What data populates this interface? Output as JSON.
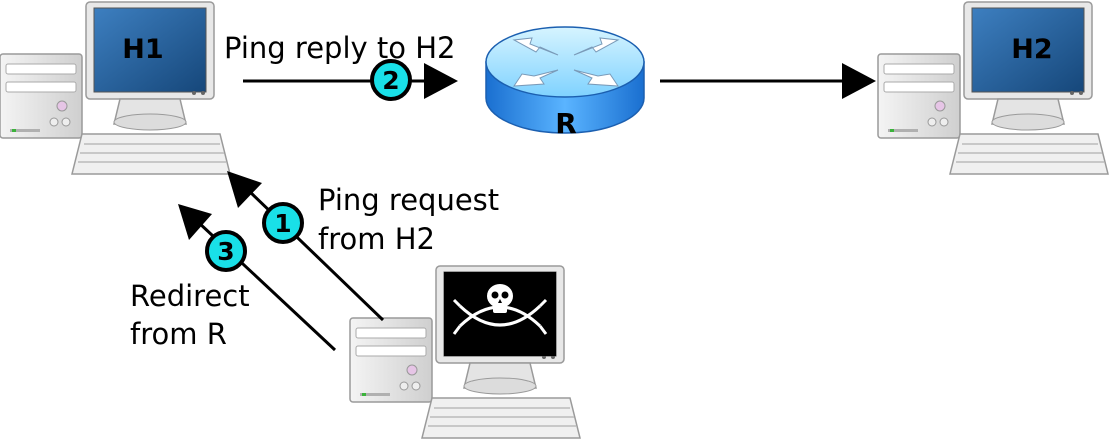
{
  "hosts": {
    "h1": {
      "label": "H1"
    },
    "h2": {
      "label": "H2"
    }
  },
  "router": {
    "label": "R"
  },
  "attacker": {
    "icon": "pirate-skull-icon"
  },
  "steps": [
    {
      "num": "1",
      "label_lines": [
        "Ping request",
        "from H2"
      ]
    },
    {
      "num": "2",
      "label_lines": [
        "Ping reply to H2"
      ]
    },
    {
      "num": "3",
      "label_lines": [
        "Redirect",
        "from R"
      ]
    }
  ],
  "colors": {
    "step_badge": "#19e0e8",
    "router_top": "#9fe3ff",
    "router_side": "#1f86e8",
    "screen": "#1f5f99",
    "attacker_screen": "#000000"
  }
}
